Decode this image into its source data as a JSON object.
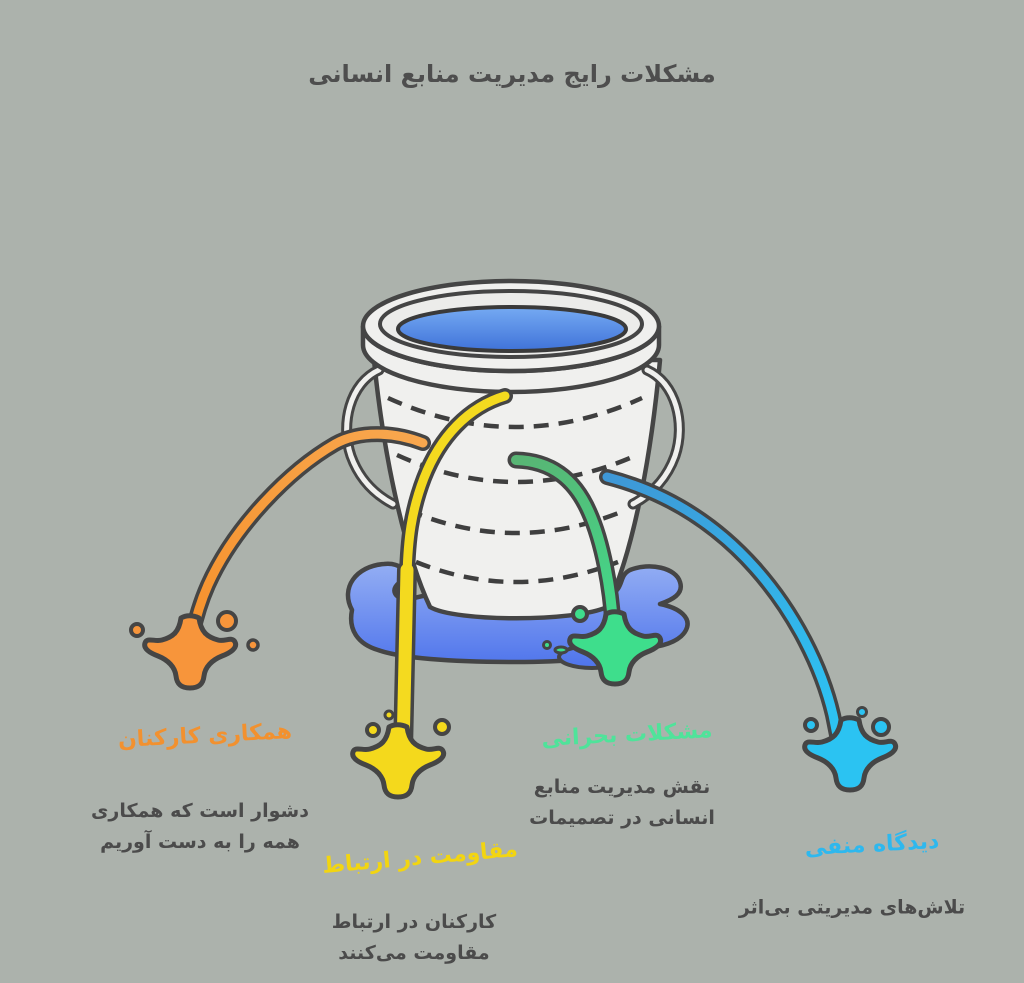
{
  "background": "#ACB2AC",
  "title": {
    "text": "مشکلات رایج مدیریت منابع انسانی",
    "color": "#4E4E4E"
  },
  "bucket": {
    "name": "leaking-bucket",
    "body_color": "#F0F0EE",
    "outline_color": "#454545",
    "water_color_top": "#74A9F2",
    "water_color_bottom": "#3E71D8",
    "puddle_color_top": "#97B1F4",
    "puddle_color_bottom": "#5176EC"
  },
  "desc_color": "#4B4B4B",
  "leaks": [
    {
      "id": "employee-cooperation",
      "label": "همکاری کارکنان",
      "color": "#F2912F",
      "stream_color": "#F79B3E",
      "desc_lines": [
        "دشوار است که همکاری",
        "همه را به دست آوریم"
      ]
    },
    {
      "id": "communication-resistance",
      "label": "مقاومت در ارتباط",
      "color": "#F2D511",
      "stream_color": "#F4DA1F",
      "desc_lines": [
        "کارکنان در ارتباط",
        "مقاومت می‌کنند"
      ]
    },
    {
      "id": "critical-problems",
      "label": "مشکلات بحرانی",
      "color": "#4FE39A",
      "stream_color": "#3EDE8C",
      "desc_lines": [
        "نقش مدیریت منابع",
        "انسانی در تصمیمات"
      ]
    },
    {
      "id": "negative-view",
      "label": "دیدگاه منفی",
      "color": "#2EB8EE",
      "stream_color": "#2BC6F5",
      "desc_lines": [
        "تلاش‌های مدیریتی بی‌اثر"
      ]
    }
  ]
}
